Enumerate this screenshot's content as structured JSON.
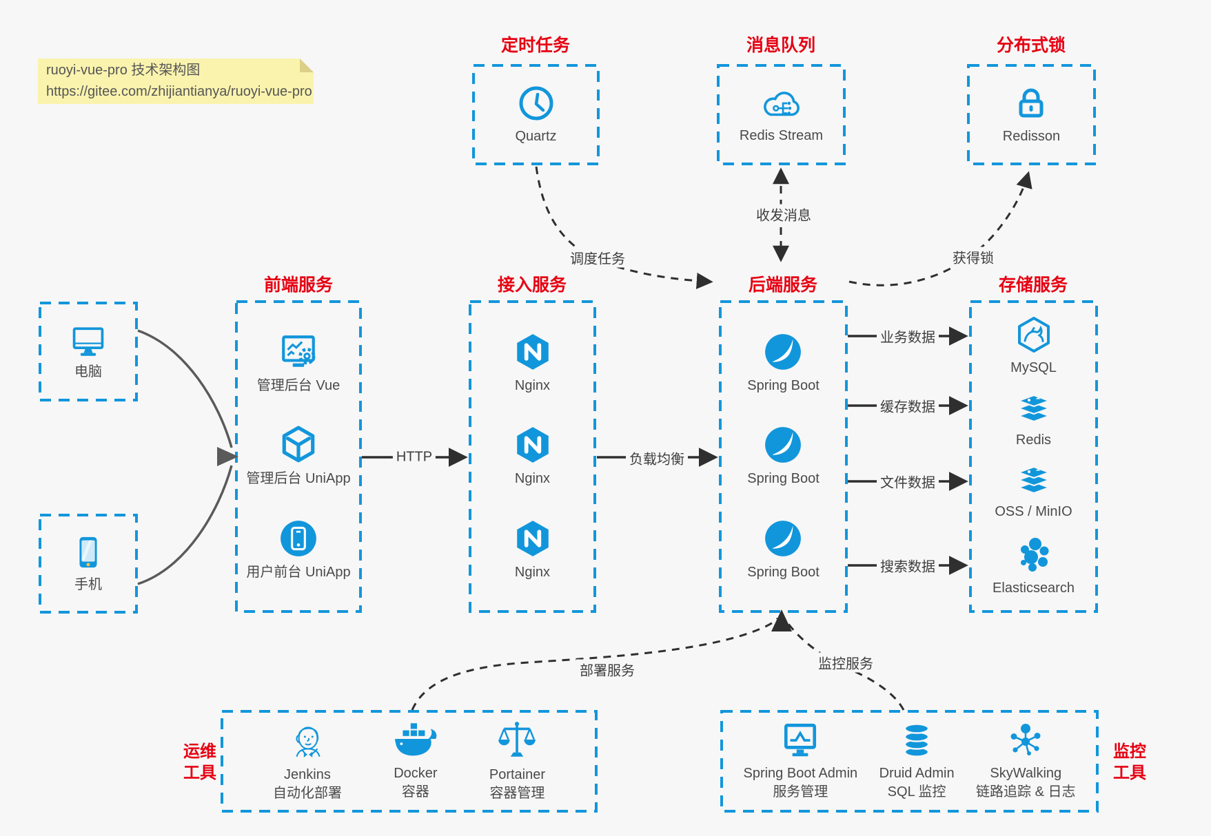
{
  "note": {
    "line1": "ruoyi-vue-pro 技术架构图",
    "line2": "https://gitee.com/zhijiantianya/ruoyi-vue-pro"
  },
  "colors": {
    "accent_blue": "#1296db",
    "title_red": "#e60012",
    "connector_dark": "#2f2f2f",
    "connector_gray": "#5a5a5a",
    "note_bg": "#faf3ae",
    "page_bg": "#f7f7f7",
    "label_gray": "#4a4a4a"
  },
  "groups": {
    "scheduled": {
      "title": "定时任务",
      "items": [
        {
          "label": "Quartz",
          "icon": "clock-icon"
        }
      ]
    },
    "mq": {
      "title": "消息队列",
      "items": [
        {
          "label": "Redis Stream",
          "icon": "cloud-stream-icon"
        }
      ]
    },
    "lock": {
      "title": "分布式锁",
      "items": [
        {
          "label": "Redisson",
          "icon": "lock-icon"
        }
      ]
    },
    "clients": {
      "items": [
        {
          "label": "电脑",
          "icon": "desktop-icon"
        },
        {
          "label": "手机",
          "icon": "phone-icon"
        }
      ]
    },
    "frontend": {
      "title": "前端服务",
      "items": [
        {
          "label": "管理后台 Vue",
          "icon": "admin-vue-icon"
        },
        {
          "label": "管理后台 UniApp",
          "icon": "uniapp-cube-icon"
        },
        {
          "label": "用户前台 UniApp",
          "icon": "user-app-icon"
        }
      ]
    },
    "gateway": {
      "title": "接入服务",
      "items": [
        {
          "label": "Nginx",
          "icon": "nginx-icon"
        },
        {
          "label": "Nginx",
          "icon": "nginx-icon"
        },
        {
          "label": "Nginx",
          "icon": "nginx-icon"
        }
      ]
    },
    "backend": {
      "title": "后端服务",
      "items": [
        {
          "label": "Spring Boot",
          "icon": "spring-icon"
        },
        {
          "label": "Spring Boot",
          "icon": "spring-icon"
        },
        {
          "label": "Spring Boot",
          "icon": "spring-icon"
        }
      ]
    },
    "storage": {
      "title": "存储服务",
      "items": [
        {
          "label": "MySQL",
          "icon": "mysql-icon"
        },
        {
          "label": "Redis",
          "icon": "redis-stack-icon"
        },
        {
          "label": "OSS / MinIO",
          "icon": "oss-stack-icon"
        },
        {
          "label": "Elasticsearch",
          "icon": "elasticsearch-icon"
        }
      ]
    },
    "devops": {
      "side_title_1": "运维",
      "side_title_2": "工具",
      "items": [
        {
          "label": "Jenkins",
          "sub": "自动化部署",
          "icon": "jenkins-icon"
        },
        {
          "label": "Docker",
          "sub": "容器",
          "icon": "docker-icon"
        },
        {
          "label": "Portainer",
          "sub": "容器管理",
          "icon": "portainer-icon"
        }
      ]
    },
    "monitor": {
      "side_title_1": "监控",
      "side_title_2": "工具",
      "items": [
        {
          "label": "Spring Boot Admin",
          "sub": "服务管理",
          "icon": "sba-monitor-icon"
        },
        {
          "label": "Druid Admin",
          "sub": "SQL 监控",
          "icon": "druid-db-icon"
        },
        {
          "label": "SkyWalking",
          "sub": "链路追踪 & 日志",
          "icon": "skywalking-icon"
        }
      ]
    }
  },
  "edges": {
    "http": "HTTP",
    "load_balance": "负载均衡",
    "schedule": "调度任务",
    "message": "收发消息",
    "acquire_lock": "获得锁",
    "business_data": "业务数据",
    "cache_data": "缓存数据",
    "file_data": "文件数据",
    "search_data": "搜索数据",
    "deploy": "部署服务",
    "monitor": "监控服务"
  }
}
